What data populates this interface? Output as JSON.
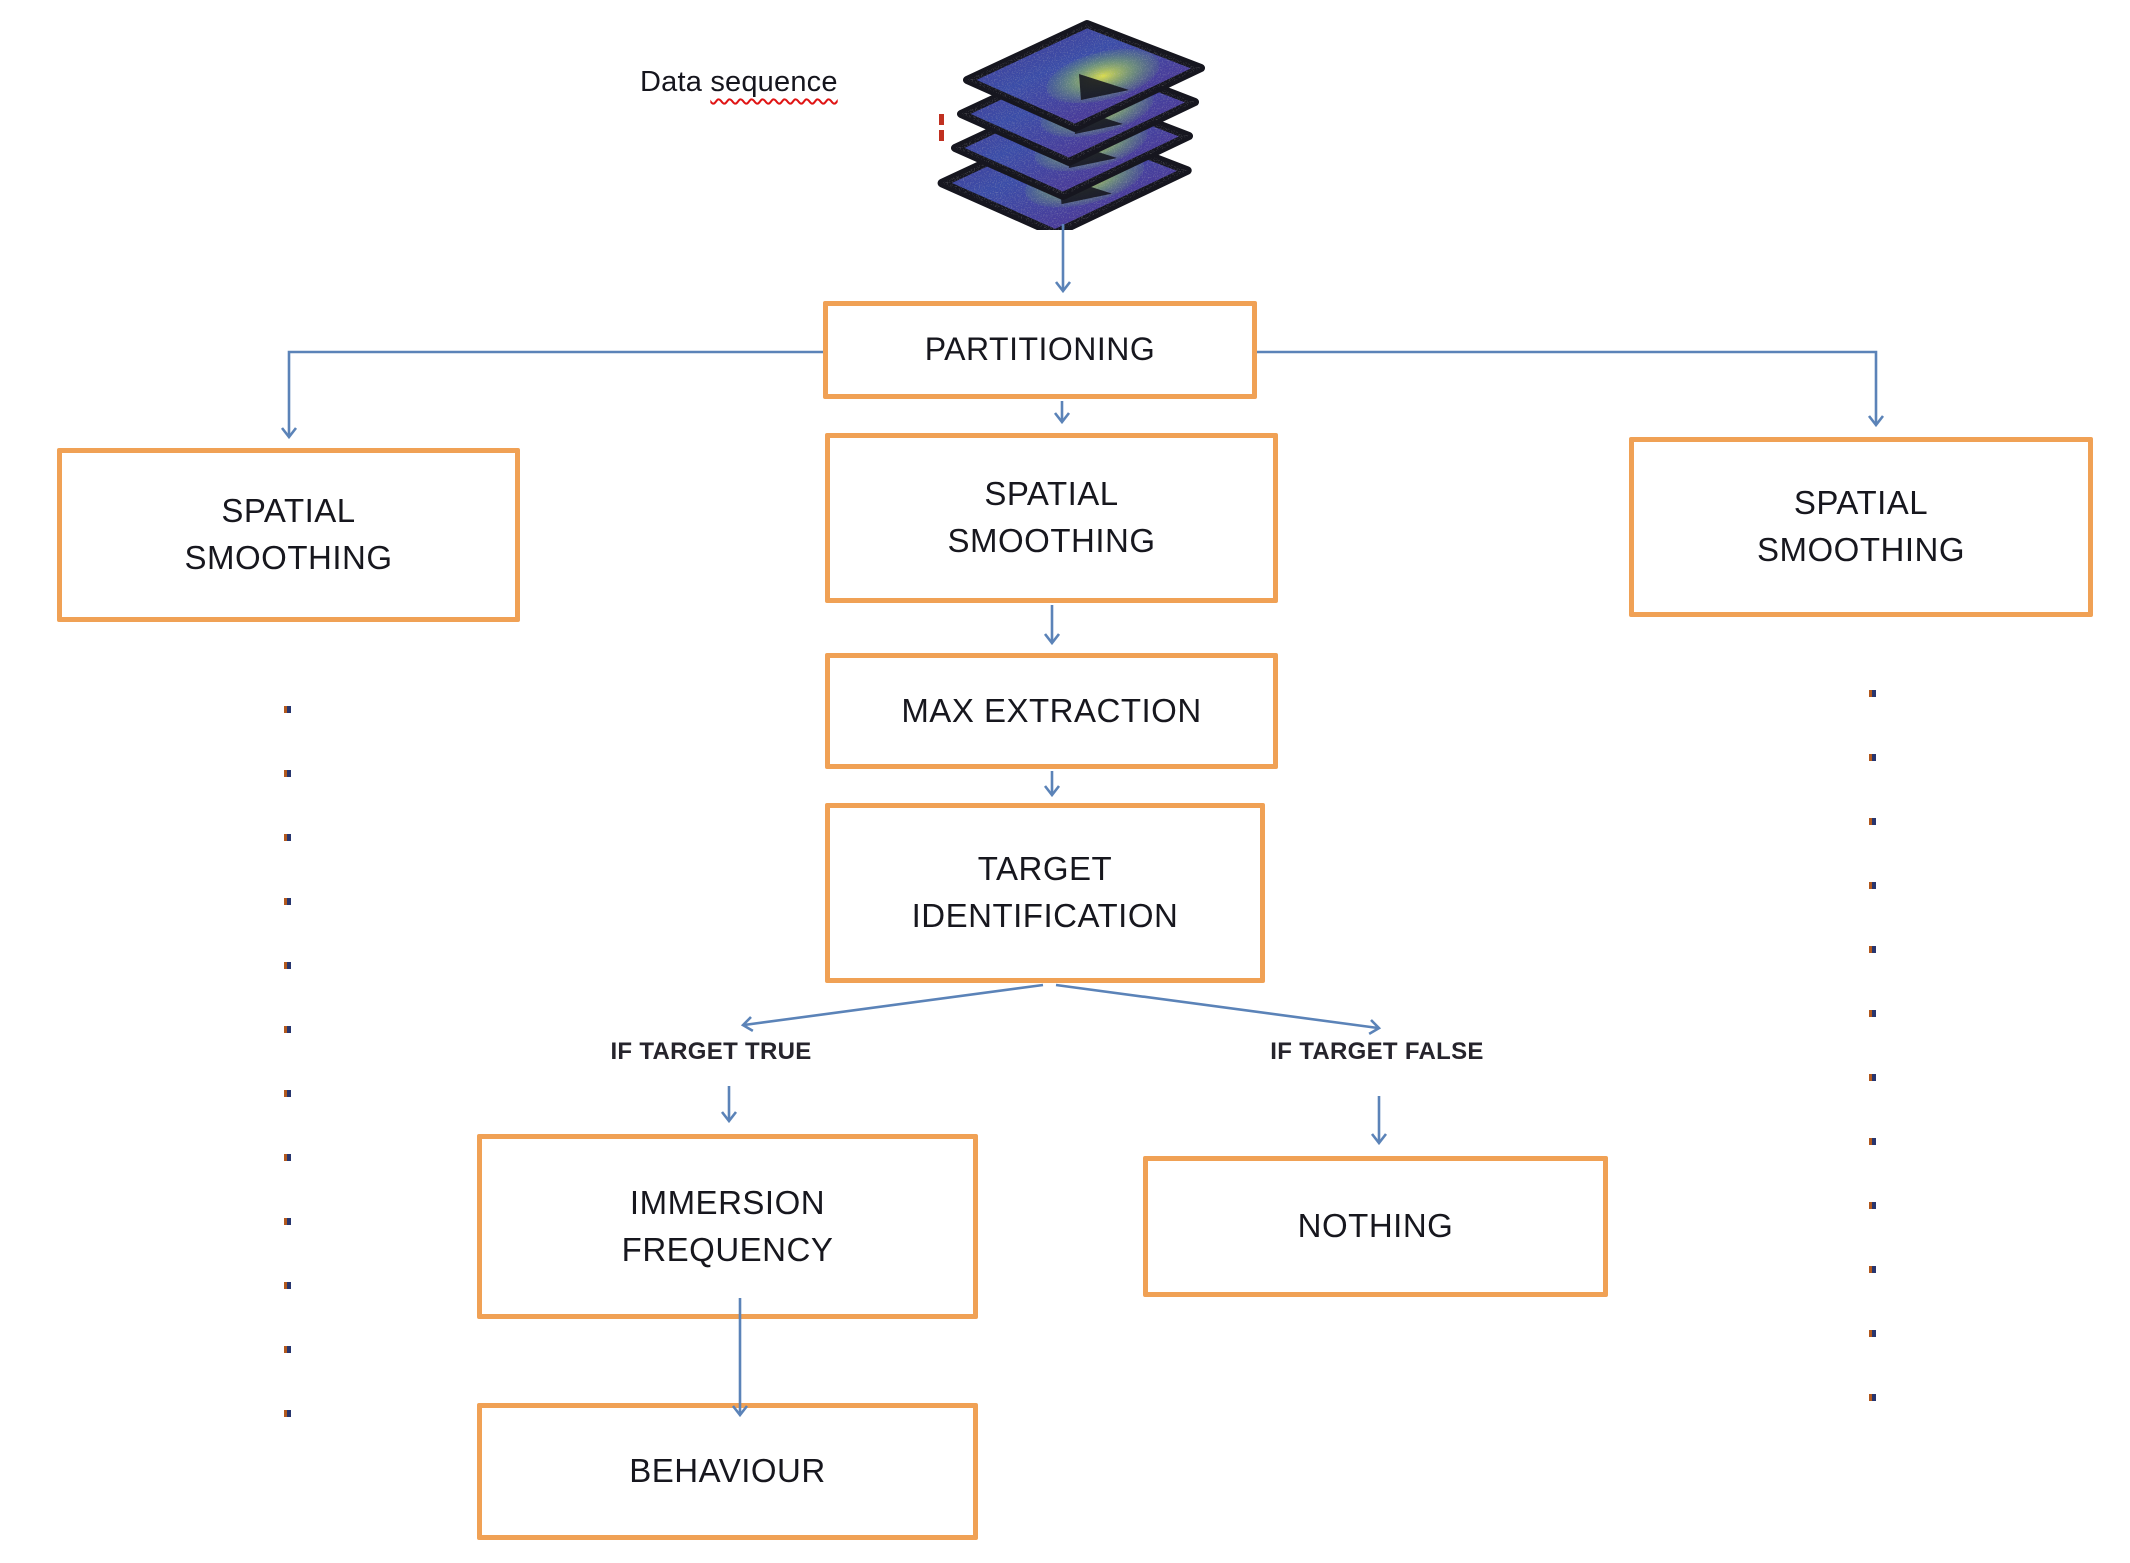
{
  "header": {
    "data_word": "Data",
    "sequence_word": "sequence"
  },
  "nodes": {
    "partitioning": {
      "lines": [
        "PARTITIONING"
      ]
    },
    "spatial_smoothing_left": {
      "lines": [
        "SPATIAL",
        "SMOOTHING"
      ]
    },
    "spatial_smoothing_center": {
      "lines": [
        "SPATIAL",
        "SMOOTHING"
      ]
    },
    "spatial_smoothing_right": {
      "lines": [
        "SPATIAL",
        "SMOOTHING"
      ]
    },
    "max_extraction": {
      "lines": [
        "MAX EXTRACTION"
      ]
    },
    "target_identification": {
      "lines": [
        "TARGET",
        "IDENTIFICATION"
      ]
    },
    "immersion_frequency": {
      "lines": [
        "IMMERSION",
        "FREQUENCY"
      ]
    },
    "nothing": {
      "lines": [
        "NOTHING"
      ]
    },
    "behaviour": {
      "lines": [
        "BEHAVIOUR"
      ]
    }
  },
  "branch_labels": {
    "target_true": "IF TARGET TRUE",
    "target_false": "IF TARGET FALSE"
  },
  "icons": {
    "data_stack": "data-sequence-stack-icon"
  },
  "colors": {
    "box_border_orange": "#F0A155",
    "connector_blue": "#5B83B8",
    "text_dark": "#17171E",
    "spellcheck_red": "#E01414",
    "dot_orange": "#B3591D",
    "dot_navy": "#27356E"
  }
}
